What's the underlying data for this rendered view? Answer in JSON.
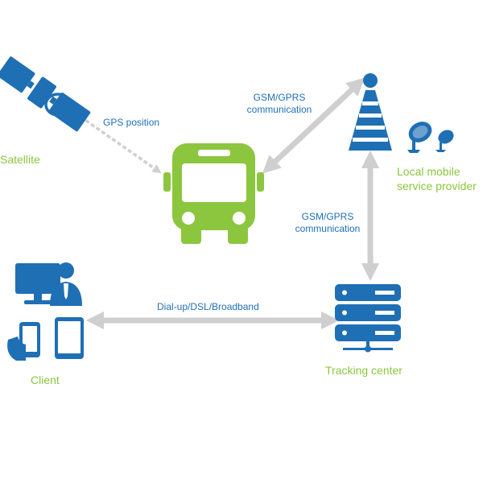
{
  "nodes": {
    "satellite": "Satellite",
    "bus": "",
    "tower": "Local mobile service provider",
    "tower_line1": "Local mobile",
    "tower_line2": "service provider",
    "client": "Client",
    "tracking": "Tracking center"
  },
  "links": {
    "gps": "GPS position",
    "gsm_top_line1": "GSM/GPRS",
    "gsm_top_line2": "communication",
    "gsm_mid_line1": "GSM/GPRS",
    "gsm_mid_line2": "communication",
    "dialup": "Dial-up/DSL/Broadband"
  },
  "colors": {
    "green": "#8cc63f",
    "blue": "#1f6fb5",
    "arrow": "#cfcfcf"
  }
}
